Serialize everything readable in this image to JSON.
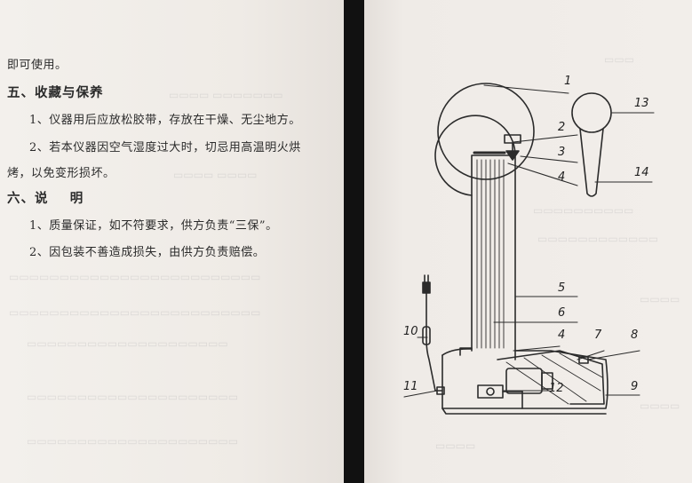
{
  "left_page": {
    "line_continuation": "即可使用。",
    "section5": {
      "heading": "五、收藏与保养",
      "item1": "1、仪器用后应放松胶带，存放在干燥、无尘地方。",
      "item2_line1": "2、若本仪器因空气湿度过大时，切忌用高温明火烘",
      "item2_line2": "烤，以免变形损坏。"
    },
    "section6": {
      "heading": "六、说    明",
      "item1": "1、质量保证，如不符要求，供方负责“三保”。",
      "item2": "2、因包装不善造成损失，由供方负责赔偿。"
    }
  },
  "diagram": {
    "labels": [
      "1",
      "2",
      "3",
      "4",
      "5",
      "6",
      "4",
      "7",
      "8",
      "9",
      "10",
      "11",
      "12",
      "13",
      "14"
    ],
    "line_color": "#2b2b2b"
  }
}
